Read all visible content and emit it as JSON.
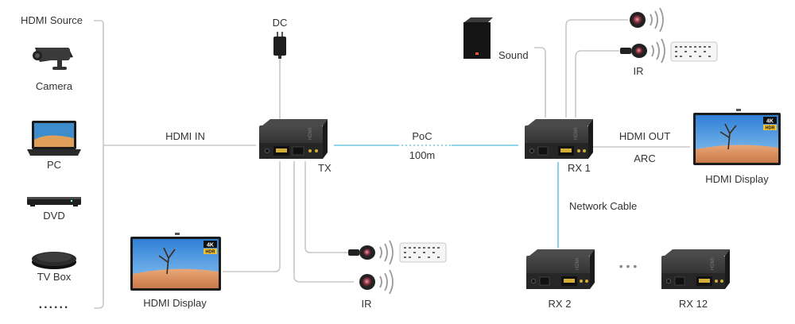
{
  "source_panel": {
    "title": "HDMI Source",
    "devices": [
      {
        "label": "Camera",
        "icon": "camera-icon"
      },
      {
        "label": "PC",
        "icon": "laptop-icon"
      },
      {
        "label": "DVD",
        "icon": "dvd-player-icon"
      },
      {
        "label": "TV Box",
        "icon": "tv-box-icon"
      }
    ],
    "more": "......"
  },
  "links": {
    "hdmi_in": "HDMI IN",
    "dc": "DC",
    "poc": "PoC",
    "distance": "100m",
    "sound": "Sound",
    "hdmi_out": "HDMI OUT",
    "arc": "ARC",
    "network_cable": "Network Cable"
  },
  "devices": {
    "tx": "TX",
    "rx1": "RX 1",
    "rx2": "RX 2",
    "rx12": "RX 12",
    "ellipsis": "• • •"
  },
  "displays": {
    "local": "HDMI Display",
    "remote": "HDMI Display",
    "badge_4k": "4K",
    "badge_hdr": "HDR"
  },
  "ir": {
    "tx_label": "IR",
    "rx_label": "IR"
  },
  "colors": {
    "line": "#c8c8c8",
    "poc_line": "#6ec6e0",
    "device_body": "#2e2e2e",
    "text": "#333333"
  }
}
